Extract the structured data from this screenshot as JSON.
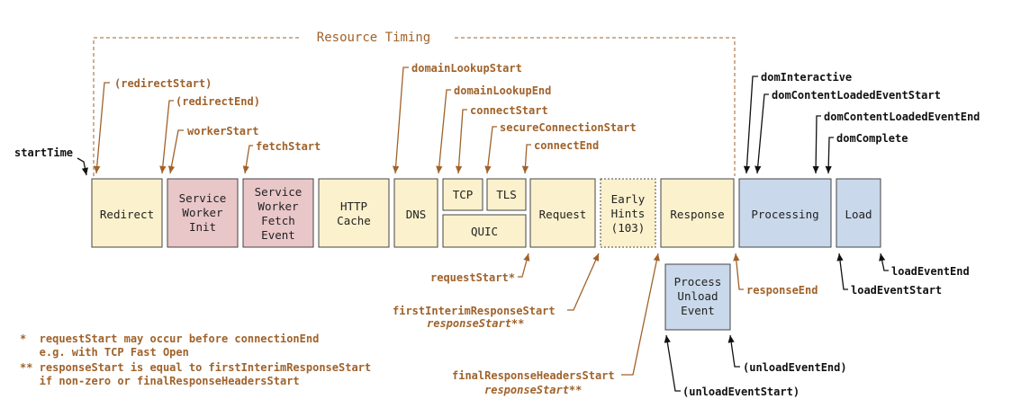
{
  "title": "Resource Timing",
  "colors": {
    "yellow": "#fbf1cc",
    "pink": "#e9c6c8",
    "blue": "#c9d8ea",
    "border": "#444444",
    "brown": "#a0622a",
    "black": "#111111"
  },
  "boxes": {
    "redirect": [
      "Redirect"
    ],
    "service_worker_init": [
      "Service",
      "Worker",
      "Init"
    ],
    "service_worker_fetch": [
      "Service",
      "Worker",
      "Fetch",
      "Event"
    ],
    "http_cache": [
      "HTTP",
      "Cache"
    ],
    "dns": [
      "DNS"
    ],
    "tcp": [
      "TCP"
    ],
    "tls": [
      "TLS"
    ],
    "quic": [
      "QUIC"
    ],
    "request": [
      "Request"
    ],
    "early_hints": [
      "Early",
      "Hints",
      "(103)"
    ],
    "response": [
      "Response"
    ],
    "processing": [
      "Processing"
    ],
    "load": [
      "Load"
    ],
    "process_unload": [
      "Process",
      "Unload",
      "Event"
    ]
  },
  "labels": {
    "start_time": "startTime",
    "redirect_start": "(redirectStart)",
    "redirect_end": "(redirectEnd)",
    "worker_start": "workerStart",
    "fetch_start": "fetchStart",
    "domain_lookup_start": "domainLookupStart",
    "domain_lookup_end": "domainLookupEnd",
    "connect_start": "connectStart",
    "secure_connection_start": "secureConnectionStart",
    "connect_end": "connectEnd",
    "request_start": "requestStart*",
    "first_interim_response_start": "firstInterimResponseStart",
    "response_start_1": "responseStart**",
    "final_response_headers_start": "finalResponseHeadersStart",
    "response_start_2": "responseStart**",
    "response_end": "responseEnd",
    "dom_interactive": "domInteractive",
    "dom_content_loaded_event_start": "domContentLoadedEventStart",
    "dom_content_loaded_event_end": "domContentLoadedEventEnd",
    "dom_complete": "domComplete",
    "load_event_start": "loadEventStart",
    "load_event_end": "loadEventEnd",
    "unload_event_start": "(unloadEventStart)",
    "unload_event_end": "(unloadEventEnd)"
  },
  "footnotes": [
    "*  requestStart may occur before connectionEnd",
    "   e.g. with TCP Fast Open",
    "** responseStart is equal to firstInterimResponseStart",
    "   if non-zero or finalResponseHeadersStart"
  ]
}
